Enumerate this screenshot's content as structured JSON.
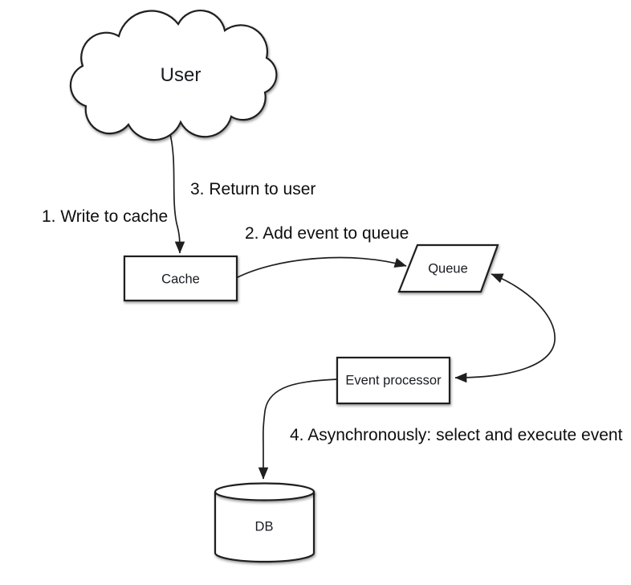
{
  "canvas": {
    "background": "#ffffff",
    "stroke_color": "#1f1f1f",
    "shape_fill": "#ffffff",
    "text_color": "#131418"
  },
  "nodes": {
    "user": {
      "label": "User",
      "shape": "cloud"
    },
    "cache": {
      "label": "Cache",
      "shape": "rectangle"
    },
    "queue": {
      "label": "Queue",
      "shape": "parallelogram"
    },
    "event_processor": {
      "label": "Event processor",
      "shape": "rectangle"
    },
    "db": {
      "label": "DB",
      "shape": "cylinder"
    }
  },
  "labels": {
    "step1": "1. Write to cache",
    "step2": "2. Add event to queue",
    "step3": "3. Return to user",
    "step4": "4. Asynchronously: select and execute event"
  },
  "edges": [
    {
      "from": "user",
      "to": "cache",
      "direction": "one-way",
      "annotations": [
        "1. Write to cache",
        "3. Return to user"
      ]
    },
    {
      "from": "cache",
      "to": "queue",
      "direction": "one-way",
      "annotations": [
        "2. Add event to queue"
      ]
    },
    {
      "from": "queue",
      "to": "event_processor",
      "direction": "two-way",
      "annotations": []
    },
    {
      "from": "event_processor",
      "to": "db",
      "direction": "one-way",
      "annotations": [
        "4. Asynchronously: select and execute event"
      ]
    }
  ]
}
